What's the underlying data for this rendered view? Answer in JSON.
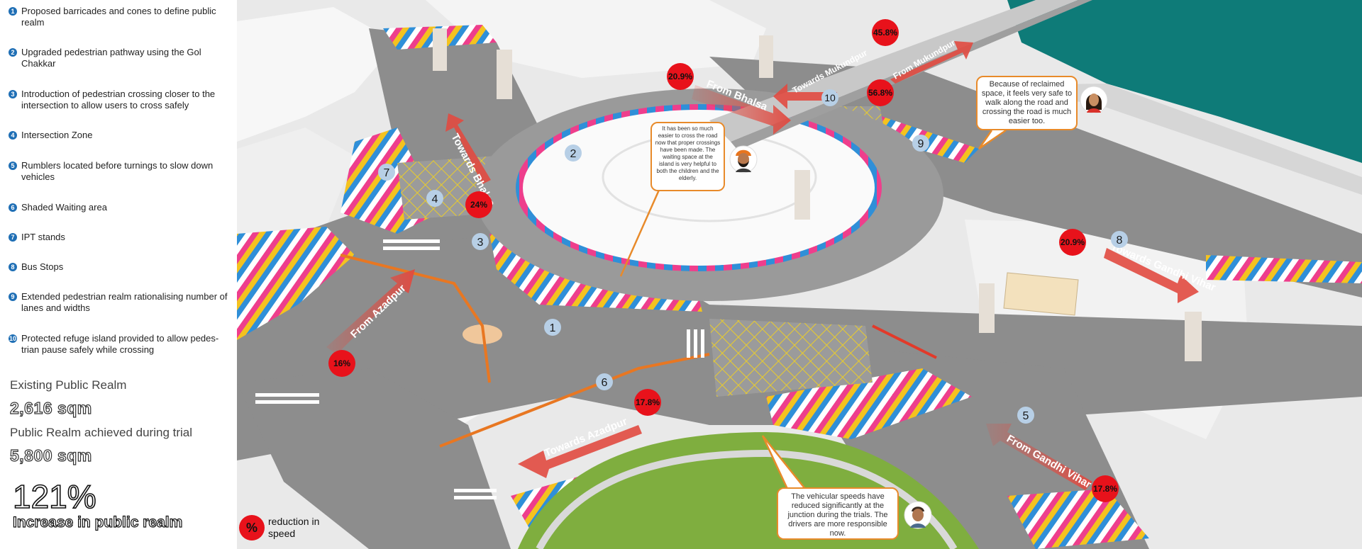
{
  "legend": {
    "items": [
      {
        "num": "1",
        "text": "Proposed barricades and cones to define public realm"
      },
      {
        "num": "2",
        "text": "Upgraded pedestrian pathway using the Gol Chakkar"
      },
      {
        "num": "3",
        "text": "Introduction of pedestrian crossing closer to the intersection to allow users to cross safely"
      },
      {
        "num": "4",
        "text": "Intersection Zone"
      },
      {
        "num": "5",
        "text": "Rumblers located before turnings to slow down vehicles"
      },
      {
        "num": "6",
        "text": "Shaded Waiting area"
      },
      {
        "num": "7",
        "text": "IPT stands"
      },
      {
        "num": "8",
        "text": "Bus Stops"
      },
      {
        "num": "9",
        "text": "Extended pedestrian realm rationalising number of lanes and widths"
      },
      {
        "num": "10",
        "text": "Protected refuge island provided to allow pedes-trian pause safely while crossing"
      }
    ]
  },
  "stats": {
    "existing_label": "Existing Public Realm",
    "existing_value": "2,616 sqm",
    "achieved_label": "Public Realm achieved during trial",
    "achieved_value": "5,800 sqm",
    "increase_value": "121%",
    "increase_caption": "Increase in public realm"
  },
  "key": {
    "symbol": "%",
    "text": "reduction in speed"
  },
  "quotes": {
    "q1": "Because of reclaimed space, it feels very safe to walk along the road and crossing the road is much easier too.",
    "q2": "It has been so much easier to cross the road now that proper crossings have been made. The waiting space at the island is very helpful to both the children and the elderly.",
    "q3": "The vehicular speeds have reduced significantly at the junction during the trials. The drivers are more responsible now."
  },
  "road_labels": {
    "from_bhalsa": "From Bhalsa",
    "towards_mukundpur": "Towards Mukundpur",
    "from_mukundpur": "From Mukundpur",
    "towards_bhalsa": "Towards Bhalsa",
    "from_azadpur": "From Azadpur",
    "towards_azadpur": "Towards Azadpur",
    "towards_gandhi_vihar": "Towards Gandhi Vihar",
    "from_gandhi_vihar": "From Gandhi Vihar"
  },
  "speed_markers": [
    {
      "id": "s1",
      "label": "45.8%"
    },
    {
      "id": "s2",
      "label": "20.9%"
    },
    {
      "id": "s3",
      "label": "56.8%"
    },
    {
      "id": "s4",
      "label": "24%"
    },
    {
      "id": "s5",
      "label": "20.9%"
    },
    {
      "id": "s6",
      "label": "16%"
    },
    {
      "id": "s7",
      "label": "17.8%"
    },
    {
      "id": "s8",
      "label": "17.8%"
    }
  ],
  "map_numbers": [
    "1",
    "2",
    "3",
    "4",
    "5",
    "6",
    "7",
    "8",
    "9",
    "10"
  ],
  "colors": {
    "accent_red": "#e8121b",
    "arrow_red": "#e14a40",
    "badge_blue": "#1f6fb5",
    "callout_orange": "#e88a2a",
    "pattern_pink": "#ee3e8c",
    "pattern_yellow": "#f4c21f",
    "pattern_blue": "#2f8fd8",
    "river_teal": "#0e7b78",
    "grass_green": "#7fae3f"
  },
  "icons": {
    "avatar_1": "woman-avatar-icon",
    "avatar_2": "turbaned-man-avatar-icon",
    "avatar_3": "man-avatar-icon"
  }
}
